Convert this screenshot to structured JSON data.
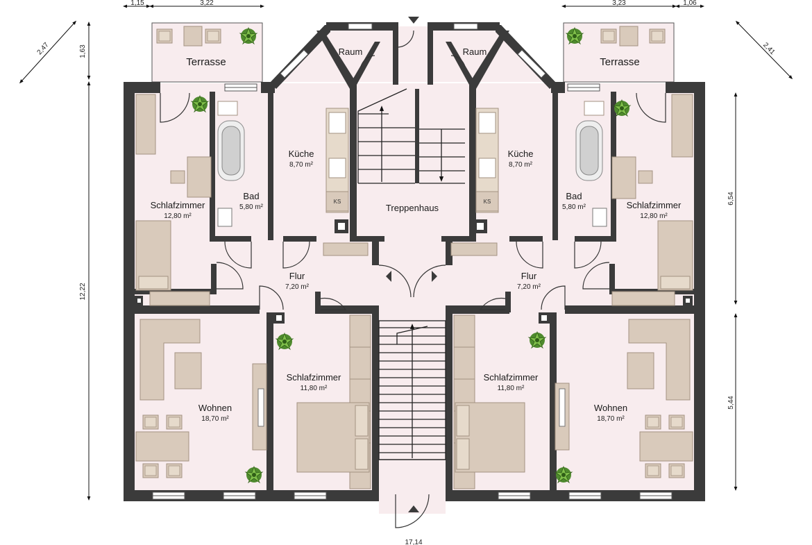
{
  "colors": {
    "wall": "#3b3b3b",
    "floor": "#f8ecee",
    "furniture": "#d9cabb",
    "furniture_edge": "#a39282",
    "window": "#ffffff",
    "plant": "#4f8a2e"
  },
  "rooms": {
    "terrasse_left": {
      "name": "Terrasse"
    },
    "terrasse_right": {
      "name": "Terrasse"
    },
    "raum_left": {
      "name": "Raum"
    },
    "raum_right": {
      "name": "Raum"
    },
    "kueche_left": {
      "name": "Küche",
      "area": "8,70 m²"
    },
    "kueche_right": {
      "name": "Küche",
      "area": "8,70 m²"
    },
    "bad_left": {
      "name": "Bad",
      "area": "5,80 m²"
    },
    "bad_right": {
      "name": "Bad",
      "area": "5,80 m²"
    },
    "schlaf_top_left": {
      "name": "Schlafzimmer",
      "area": "12,80 m²"
    },
    "schlaf_top_right": {
      "name": "Schlafzimmer",
      "area": "12,80 m²"
    },
    "treppenhaus": {
      "name": "Treppenhaus"
    },
    "flur_left": {
      "name": "Flur",
      "area": "7,20 m²"
    },
    "flur_right": {
      "name": "Flur",
      "area": "7,20 m²"
    },
    "wohnen_left": {
      "name": "Wohnen",
      "area": "18,70 m²"
    },
    "wohnen_right": {
      "name": "Wohnen",
      "area": "18,70 m²"
    },
    "schlaf_bot_left": {
      "name": "Schlafzimmer",
      "area": "11,80 m²"
    },
    "schlaf_bot_right": {
      "name": "Schlafzimmer",
      "area": "11,80 m²"
    }
  },
  "appliance_label": "KS",
  "dimensions": {
    "top_left_a": "1,15",
    "top_left_b": "3,22",
    "top_right_a": "3,23",
    "top_right_b": "1,06",
    "diag_left": "2,47",
    "diag_right": "2,41",
    "left_terrace_height": "1,63",
    "left_total_height": "12,22",
    "right_upper_height": "6,54",
    "right_lower_height": "5,44",
    "bottom_total_width": "17,14"
  }
}
